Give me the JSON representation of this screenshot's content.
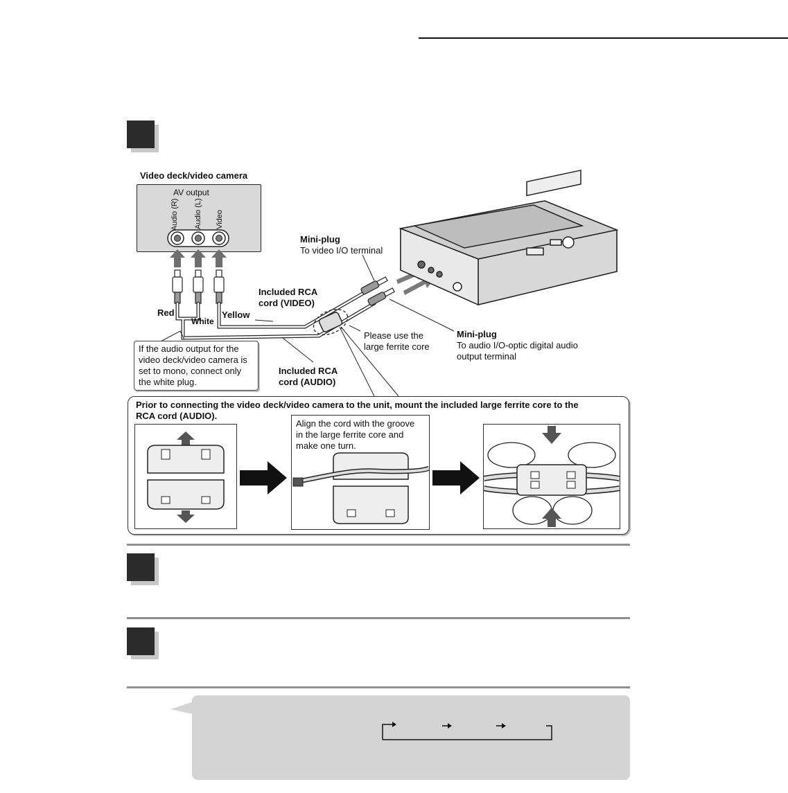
{
  "diagram": {
    "source_title": "Video deck/video camera",
    "av_output": "AV output",
    "jacks": [
      "Audio (R)",
      "Audio (L)",
      "Video"
    ],
    "plug_colors": [
      "Red",
      "White",
      "Yellow"
    ],
    "mini_plug_video": {
      "title": "Mini-plug",
      "text": "To video I/O terminal"
    },
    "rca_video": {
      "line1": "Included RCA",
      "line2": "cord (VIDEO)"
    },
    "rca_audio": {
      "line1": "Included RCA",
      "line2": "cord (AUDIO)"
    },
    "ferrite_note": {
      "line1": "Please use the",
      "line2": "large ferrite core"
    },
    "mini_plug_audio": {
      "title": "Mini-plug",
      "line1": "To audio I/O-optic digital audio",
      "line2": "output terminal"
    },
    "mono_note": [
      "If the audio output for the",
      "video deck/video camera is",
      "set to mono, connect only",
      "the white plug."
    ]
  },
  "ferrite_box": {
    "title_line1": "Prior to connecting the video deck/video camera to the unit, mount the included large ferrite core to the",
    "title_line2": "RCA cord (AUDIO).",
    "step2_text": [
      "Align the cord with the groove",
      "in the large ferrite core and",
      "make one turn."
    ]
  },
  "colors": {
    "step_box": "#2b2b2b",
    "step_shadow": "#c8c8c8",
    "rule": "#8f8f8f",
    "note_bg": "#d4d4d4"
  }
}
